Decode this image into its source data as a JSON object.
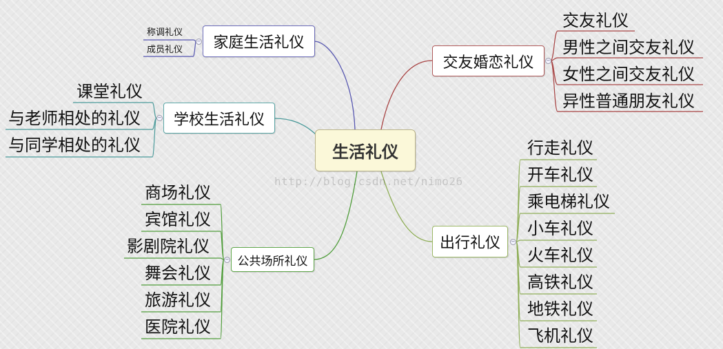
{
  "central": "生活礼仪",
  "watermark": "http://blog.csdn.net/nimo26",
  "colors": {
    "family": "#5656b0",
    "romance": "#a84444",
    "school": "#4a9a9a",
    "public": "#4f9d3a",
    "travel": "#8fae57"
  },
  "branches": {
    "family": {
      "label": "家庭生活礼仪",
      "children": [
        "称调礼仪",
        "成员礼仪"
      ]
    },
    "romance": {
      "label": "交友婚恋礼仪",
      "children": [
        "交友礼仪",
        "男性之间交友礼仪",
        "女性之间交友礼仪",
        "异性普通朋友礼仪"
      ]
    },
    "school": {
      "label": "学校生活礼仪",
      "children": [
        "课堂礼仪",
        "与老师相处的礼仪",
        "与同学相处的礼仪"
      ]
    },
    "public": {
      "label": "公共场所礼仪",
      "children": [
        "商场礼仪",
        "宾馆礼仪",
        "影剧院礼仪",
        "舞会礼仪",
        "旅游礼仪",
        "医院礼仪"
      ]
    },
    "travel": {
      "label": "出行礼仪",
      "children": [
        "行走礼仪",
        "开车礼仪",
        "乘电梯礼仪",
        "小车礼仪",
        "火车礼仪",
        "高铁礼仪",
        "地铁礼仪",
        "飞机礼仪"
      ]
    }
  }
}
